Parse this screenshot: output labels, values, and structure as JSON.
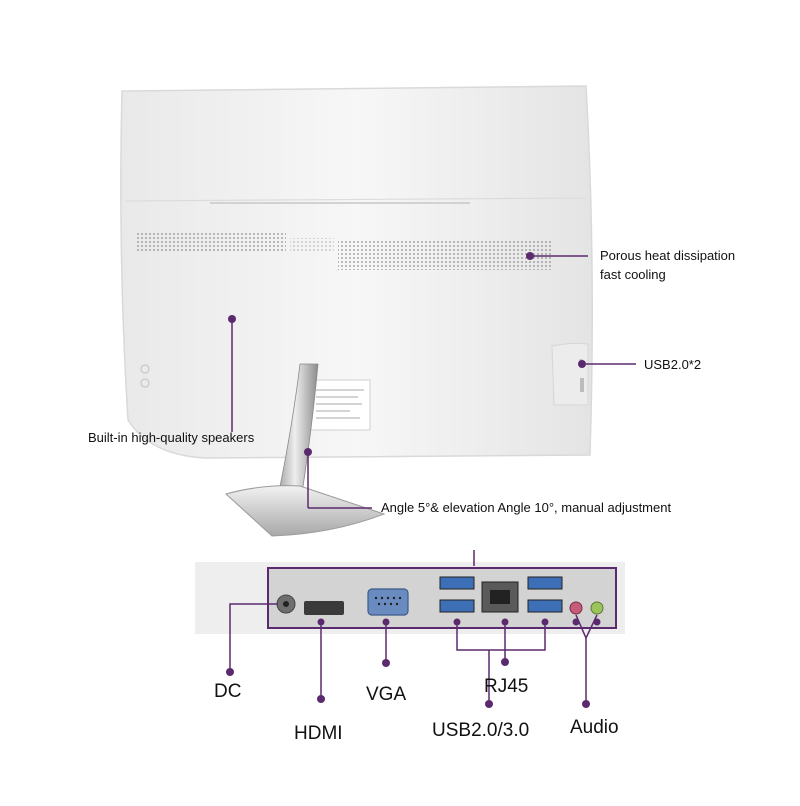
{
  "colors": {
    "accent": "#5b2a6e",
    "monitor_body": "#f1f1f1",
    "panel_frame": "#5b2a6e"
  },
  "callouts": {
    "heat": "Porous heat dissipation",
    "heat_line2": "fast cooling",
    "usb_side": "USB2.0*2",
    "speakers": "Built-in high-quality speakers",
    "stand": "Angle 5°& elevation Angle 10°, manual adjustment"
  },
  "ports": {
    "dc": "DC",
    "hdmi": "HDMI",
    "vga": "VGA",
    "rj45": "RJ45",
    "usb": "USB2.0/3.0",
    "audio": "Audio"
  }
}
